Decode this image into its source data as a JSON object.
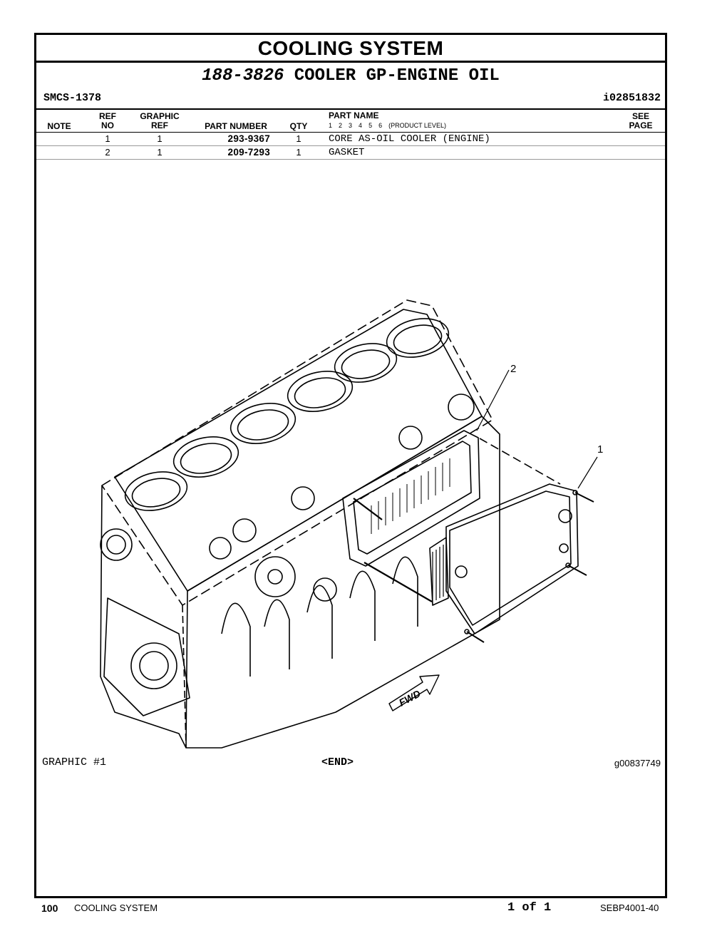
{
  "header": {
    "title": "COOLING SYSTEM",
    "part_number": "188-3826",
    "part_description": "COOLER GP-ENGINE OIL",
    "smcs": "SMCS-1378",
    "doc_id": "i02851832"
  },
  "table": {
    "columns": {
      "note": "NOTE",
      "ref_no_line1": "REF",
      "ref_no_line2": "NO",
      "graphic_ref_line1": "GRAPHIC",
      "graphic_ref_line2": "REF",
      "part_number": "PART NUMBER",
      "qty": "QTY",
      "part_name": "PART NAME",
      "levels": [
        "1",
        "2",
        "3",
        "4",
        "5",
        "6"
      ],
      "product_level": "(PRODUCT LEVEL)",
      "see_page_line1": "SEE",
      "see_page_line2": "PAGE"
    },
    "rows": [
      {
        "note": "",
        "ref_no": "1",
        "graphic_ref": "1",
        "part_number": "293-9367",
        "qty": "1",
        "part_name": "CORE AS-OIL COOLER (ENGINE)",
        "see_page": ""
      },
      {
        "note": "",
        "ref_no": "2",
        "graphic_ref": "1",
        "part_number": "209-7293",
        "qty": "1",
        "part_name": "GASKET",
        "see_page": ""
      }
    ]
  },
  "graphic": {
    "label": "GRAPHIC #1",
    "end_marker": "<END>",
    "graphic_id": "g00837749",
    "callouts": [
      "1",
      "2"
    ],
    "direction_label": "FWD"
  },
  "footer": {
    "page_number": "100",
    "section": "COOLING SYSTEM",
    "page_of": "1 of 1",
    "publication": "SEBP4001-40"
  }
}
